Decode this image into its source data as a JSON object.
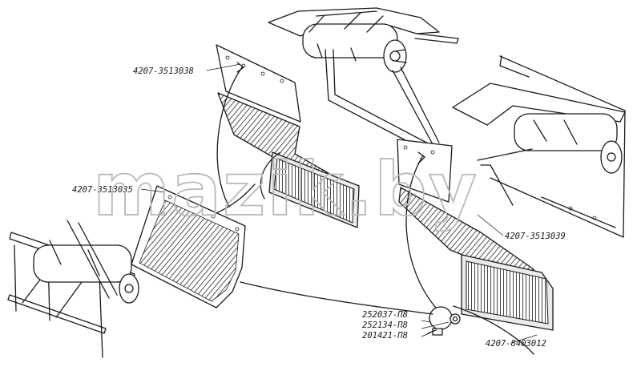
{
  "watermark": "mazik.by",
  "parts": {
    "flap_top_left": "4207-3513038",
    "flap_left": "4207-3513035",
    "flap_right": "4207-3513039",
    "mudflap_rubber": "4207-8403012",
    "washer_1": "252037-П8",
    "washer_2": "252134-П8",
    "bolt": "201421-П8"
  }
}
